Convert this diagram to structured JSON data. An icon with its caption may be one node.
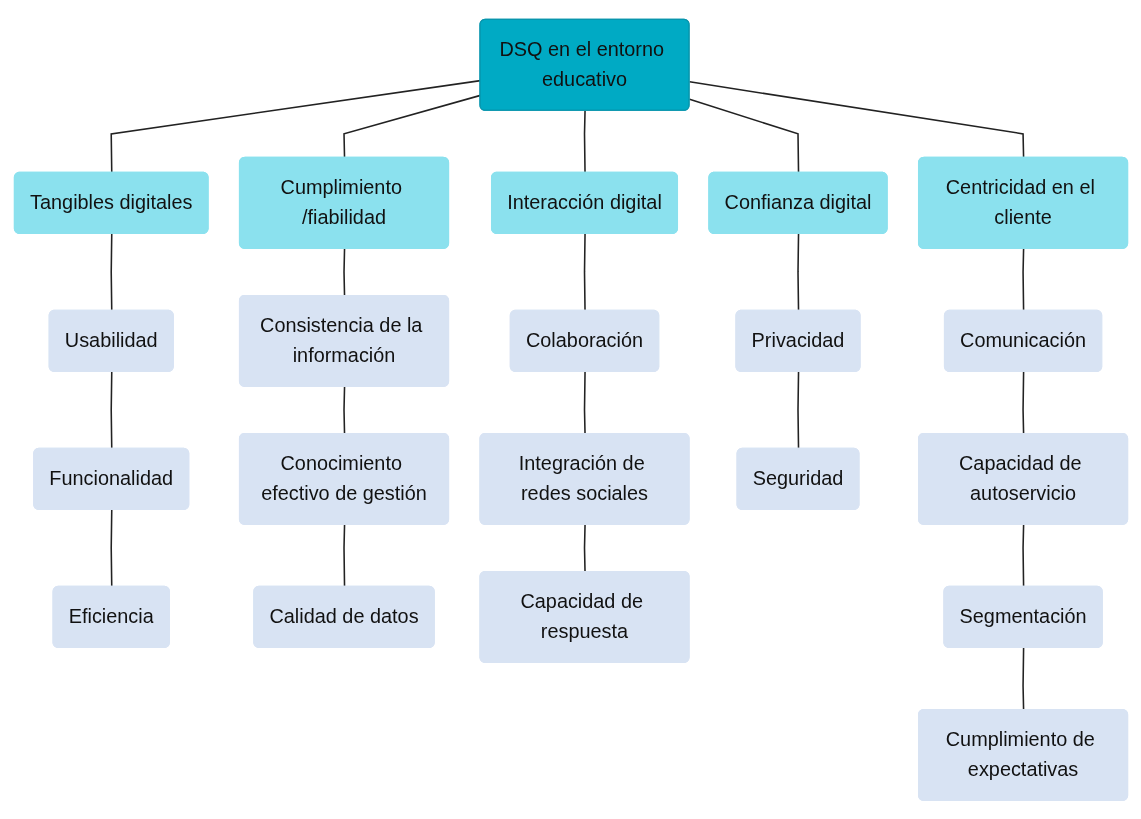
{
  "diagram": {
    "nodes": [
      {
        "text": [
          "DSQ en el entorno educativo"
        ]
      },
      {
        "text": [
          "Tangibles digitales"
        ]
      },
      {
        "text": [
          "Cumplimiento /fiabilidad"
        ]
      },
      {
        "text": [
          "Interacción digital"
        ]
      },
      {
        "text": [
          "Confianza digital"
        ]
      },
      {
        "text": [
          "Centricidad en el cliente"
        ]
      },
      {
        "text": [
          "Usabilidad"
        ]
      },
      {
        "text": [
          "Funcionalidad"
        ]
      },
      {
        "text": [
          "Eficiencia"
        ]
      },
      {
        "text": [
          "Consistencia de la información"
        ]
      },
      {
        "text": [
          "Conocimiento efectivo de gestión"
        ]
      },
      {
        "text": [
          "Calidad de datos"
        ]
      },
      {
        "text": [
          "Colaboración"
        ]
      },
      {
        "text": [
          "Integración de redes sociales"
        ]
      },
      {
        "text": [
          "Capacidad de respuesta"
        ]
      },
      {
        "text": [
          "Privacidad"
        ]
      },
      {
        "text": [
          "Seguridad"
        ]
      },
      {
        "text": [
          "Comunicación"
        ]
      },
      {
        "text": [
          "Capacidad de autoservicio"
        ]
      },
      {
        "text": [
          "Segmentación"
        ]
      },
      {
        "text": [
          "Cumplimiento de expectativas"
        ]
      }
    ],
    "edges": [
      {
        "from": 0,
        "to": 1,
        "arrow": "none"
      },
      {
        "from": 0,
        "to": 2,
        "arrow": "none"
      },
      {
        "from": 0,
        "to": 3,
        "arrow": "none"
      },
      {
        "from": 0,
        "to": 4,
        "arrow": "none"
      },
      {
        "from": 0,
        "to": 5,
        "arrow": "none"
      },
      {
        "from": 1,
        "to": 6,
        "arrow": "none"
      },
      {
        "from": 6,
        "to": 7,
        "arrow": "none"
      },
      {
        "from": 7,
        "to": 8,
        "arrow": "none"
      },
      {
        "from": 2,
        "to": 9,
        "arrow": "none"
      },
      {
        "from": 9,
        "to": 10,
        "arrow": "none"
      },
      {
        "from": 10,
        "to": 11,
        "arrow": "none"
      },
      {
        "from": 3,
        "to": 12,
        "arrow": "none"
      },
      {
        "from": 12,
        "to": 13,
        "arrow": "none"
      },
      {
        "from": 13,
        "to": 14,
        "arrow": "none"
      },
      {
        "from": 4,
        "to": 15,
        "arrow": "none"
      },
      {
        "from": 15,
        "to": 16,
        "arrow": "none"
      },
      {
        "from": 5,
        "to": 17,
        "arrow": "none"
      },
      {
        "from": 17,
        "to": 18,
        "arrow": "none"
      },
      {
        "from": 18,
        "to": 19,
        "arrow": "none"
      },
      {
        "from": 19,
        "to": 20,
        "arrow": "none"
      }
    ]
  }
}
